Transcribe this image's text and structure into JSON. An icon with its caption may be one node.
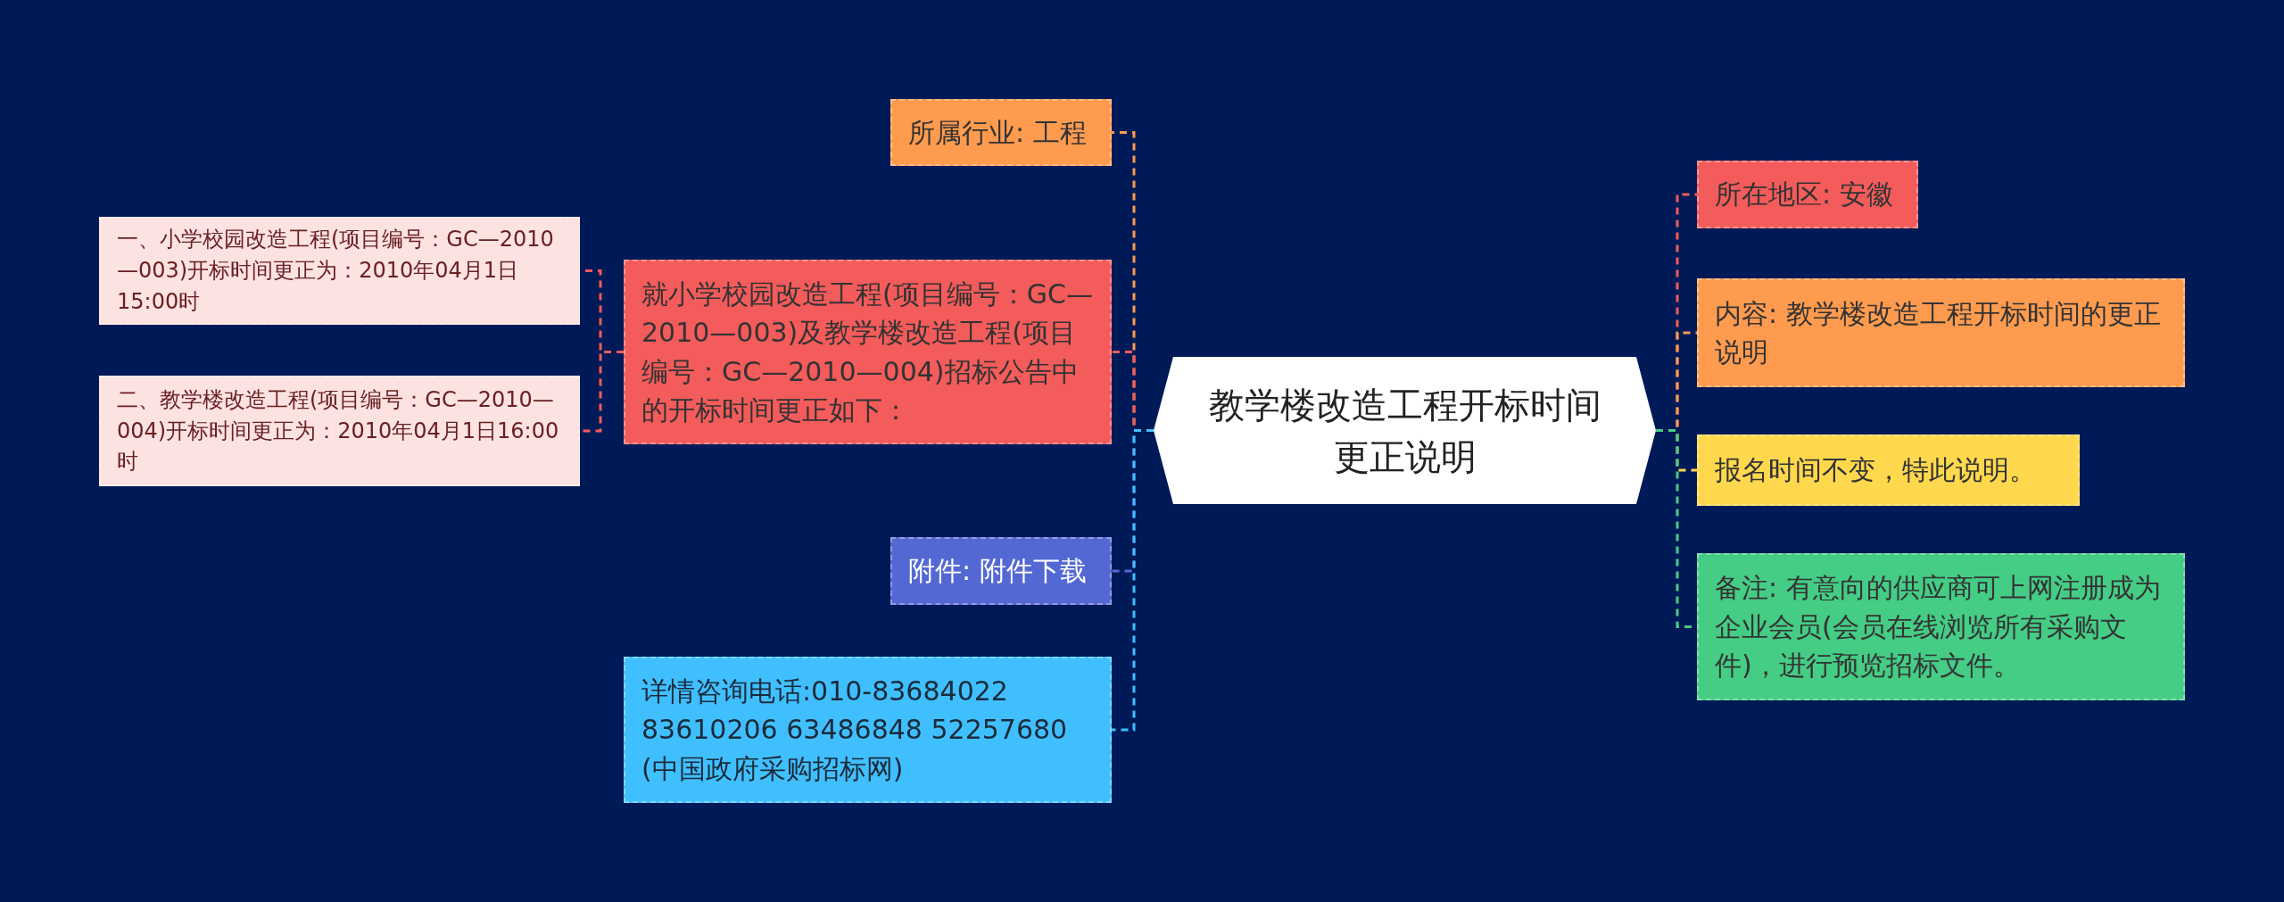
{
  "diagram": {
    "nodes": [
      {
        "text": [
          "教学楼改造工程开标时间更正说明"
        ]
      },
      {
        "text": [
          "所属行业: 工程"
        ]
      },
      {
        "text": [
          "就小学校园改造工程(项目编号：GC—2010—003)及教学楼改造工程(项目编号：GC—2010—004)招标公告中的开标时间更正如下："
        ]
      },
      {
        "text": [
          "一、小学校园改造工程(项目编号：GC—2010—003)开标时间更正为：2010年04月1日15:00时"
        ]
      },
      {
        "text": [
          "二、教学楼改造工程(项目编号：GC—2010—004)开标时间更正为：2010年04月1日16:00时"
        ]
      },
      {
        "text": [
          "附件: 附件下载"
        ]
      },
      {
        "text": [
          "详情咨询电话:010-83684022 83610206 63486848 52257680 (中国政府采购招标网)"
        ]
      },
      {
        "text": [
          "所在地区: 安徽"
        ]
      },
      {
        "text": [
          "内容: 教学楼改造工程开标时间的更正说明"
        ]
      },
      {
        "text": [
          "报名时间不变，特此说明。"
        ]
      },
      {
        "text": [
          "备注: 有意向的供应商可上网注册成为企业会员(会员在线浏览所有采购文件)，进行预览招标文件。"
        ]
      }
    ],
    "edges": [
      {
        "from": 0,
        "to": 1,
        "arrow": "none",
        "style": "dashed",
        "color": "#fe9b4f"
      },
      {
        "from": 0,
        "to": 2,
        "arrow": "none",
        "style": "dashed",
        "color": "#f45b5b"
      },
      {
        "from": 2,
        "to": 3,
        "arrow": "none",
        "style": "dashed",
        "color": "#f45b5b"
      },
      {
        "from": 2,
        "to": 4,
        "arrow": "none",
        "style": "dashed",
        "color": "#f45b5b"
      },
      {
        "from": 0,
        "to": 5,
        "arrow": "none",
        "style": "dashed",
        "color": "#5468d4"
      },
      {
        "from": 0,
        "to": 6,
        "arrow": "none",
        "style": "dashed",
        "color": "#40bfff"
      },
      {
        "from": 0,
        "to": 7,
        "arrow": "none",
        "style": "dashed",
        "color": "#f45b5b"
      },
      {
        "from": 0,
        "to": 8,
        "arrow": "none",
        "style": "dashed",
        "color": "#fe9b4f"
      },
      {
        "from": 0,
        "to": 9,
        "arrow": "none",
        "style": "dashed",
        "color": "#ffd84d"
      },
      {
        "from": 0,
        "to": 10,
        "arrow": "none",
        "style": "dashed",
        "color": "#45cc85"
      }
    ]
  }
}
